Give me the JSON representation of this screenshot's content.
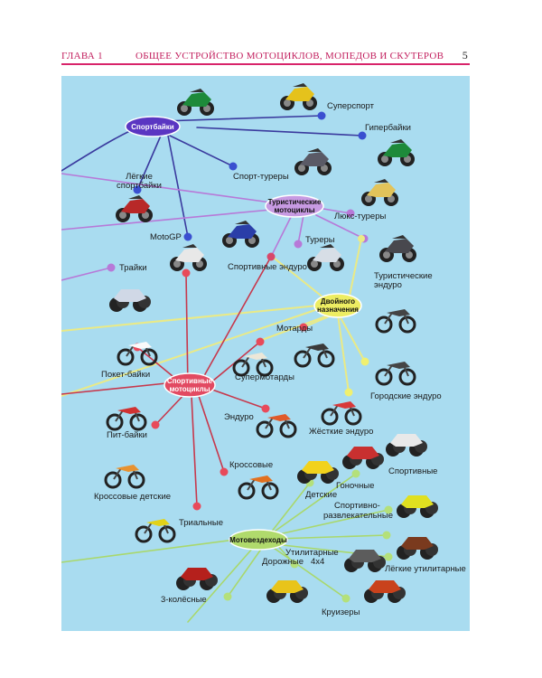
{
  "header": {
    "chapter": "ГЛАВА 1",
    "title": "ОБЩЕЕ УСТРОЙСТВО МОТОЦИКЛОВ, МОПЕДОВ И СКУТЕРОВ",
    "page": "5"
  },
  "colors": {
    "background": "#a9dcf0",
    "header_accent": "#c21f5e",
    "sport_line": "#3a3aa6",
    "tourist_line": "#b57ad6",
    "dual_line": "#e8ea8a",
    "moto_line": "#c93a4e",
    "atv_line": "#a8d86a"
  },
  "hubs": {
    "sport": "Спортбайки",
    "tourist": [
      "Туристические",
      "мотоциклы"
    ],
    "dual": [
      "Двойного",
      "назначения"
    ],
    "moto": [
      "Спортивные",
      "мотоциклы"
    ],
    "atv": "Мотовездеходы"
  },
  "labels": {
    "supersport": "Суперспорт",
    "hyperbikes": "Гипербайки",
    "light_sport": [
      "Лёгкие",
      "спортбайки"
    ],
    "sport_tourers": "Спорт-туреры",
    "lux_tourers": "Люкс-туреры",
    "motogp": "MotoGP",
    "tourers": "Туреры",
    "trikes": "Трайки",
    "sport_enduro": "Спортивные эндуро",
    "tourist_enduro": [
      "Туристические",
      "эндуро"
    ],
    "motards": "Мотарды",
    "supermotards": "Супермотарды",
    "pocket_bikes": "Покет-байки",
    "city_enduro": "Городские эндуро",
    "enduro": "Эндуро",
    "hard_enduro": "Жёсткие эндуро",
    "pit_bikes": "Пит-байки",
    "cross": "Кроссовые",
    "cross_kids": "Кроссовые детские",
    "trial": "Триальные",
    "sport_atv": "Спортивные",
    "kids_atv": "Детские",
    "racing_atv": "Гоночные",
    "sport_rec": [
      "Спортивно-",
      "развлекательные"
    ],
    "utility_4x4": [
      "Утилитарные",
      "4x4"
    ],
    "road_atv": "Дорожные",
    "light_utility": "Лёгкие утилитарные",
    "three_wheel": "3-колёсные",
    "cruisers": "Круизеры"
  }
}
